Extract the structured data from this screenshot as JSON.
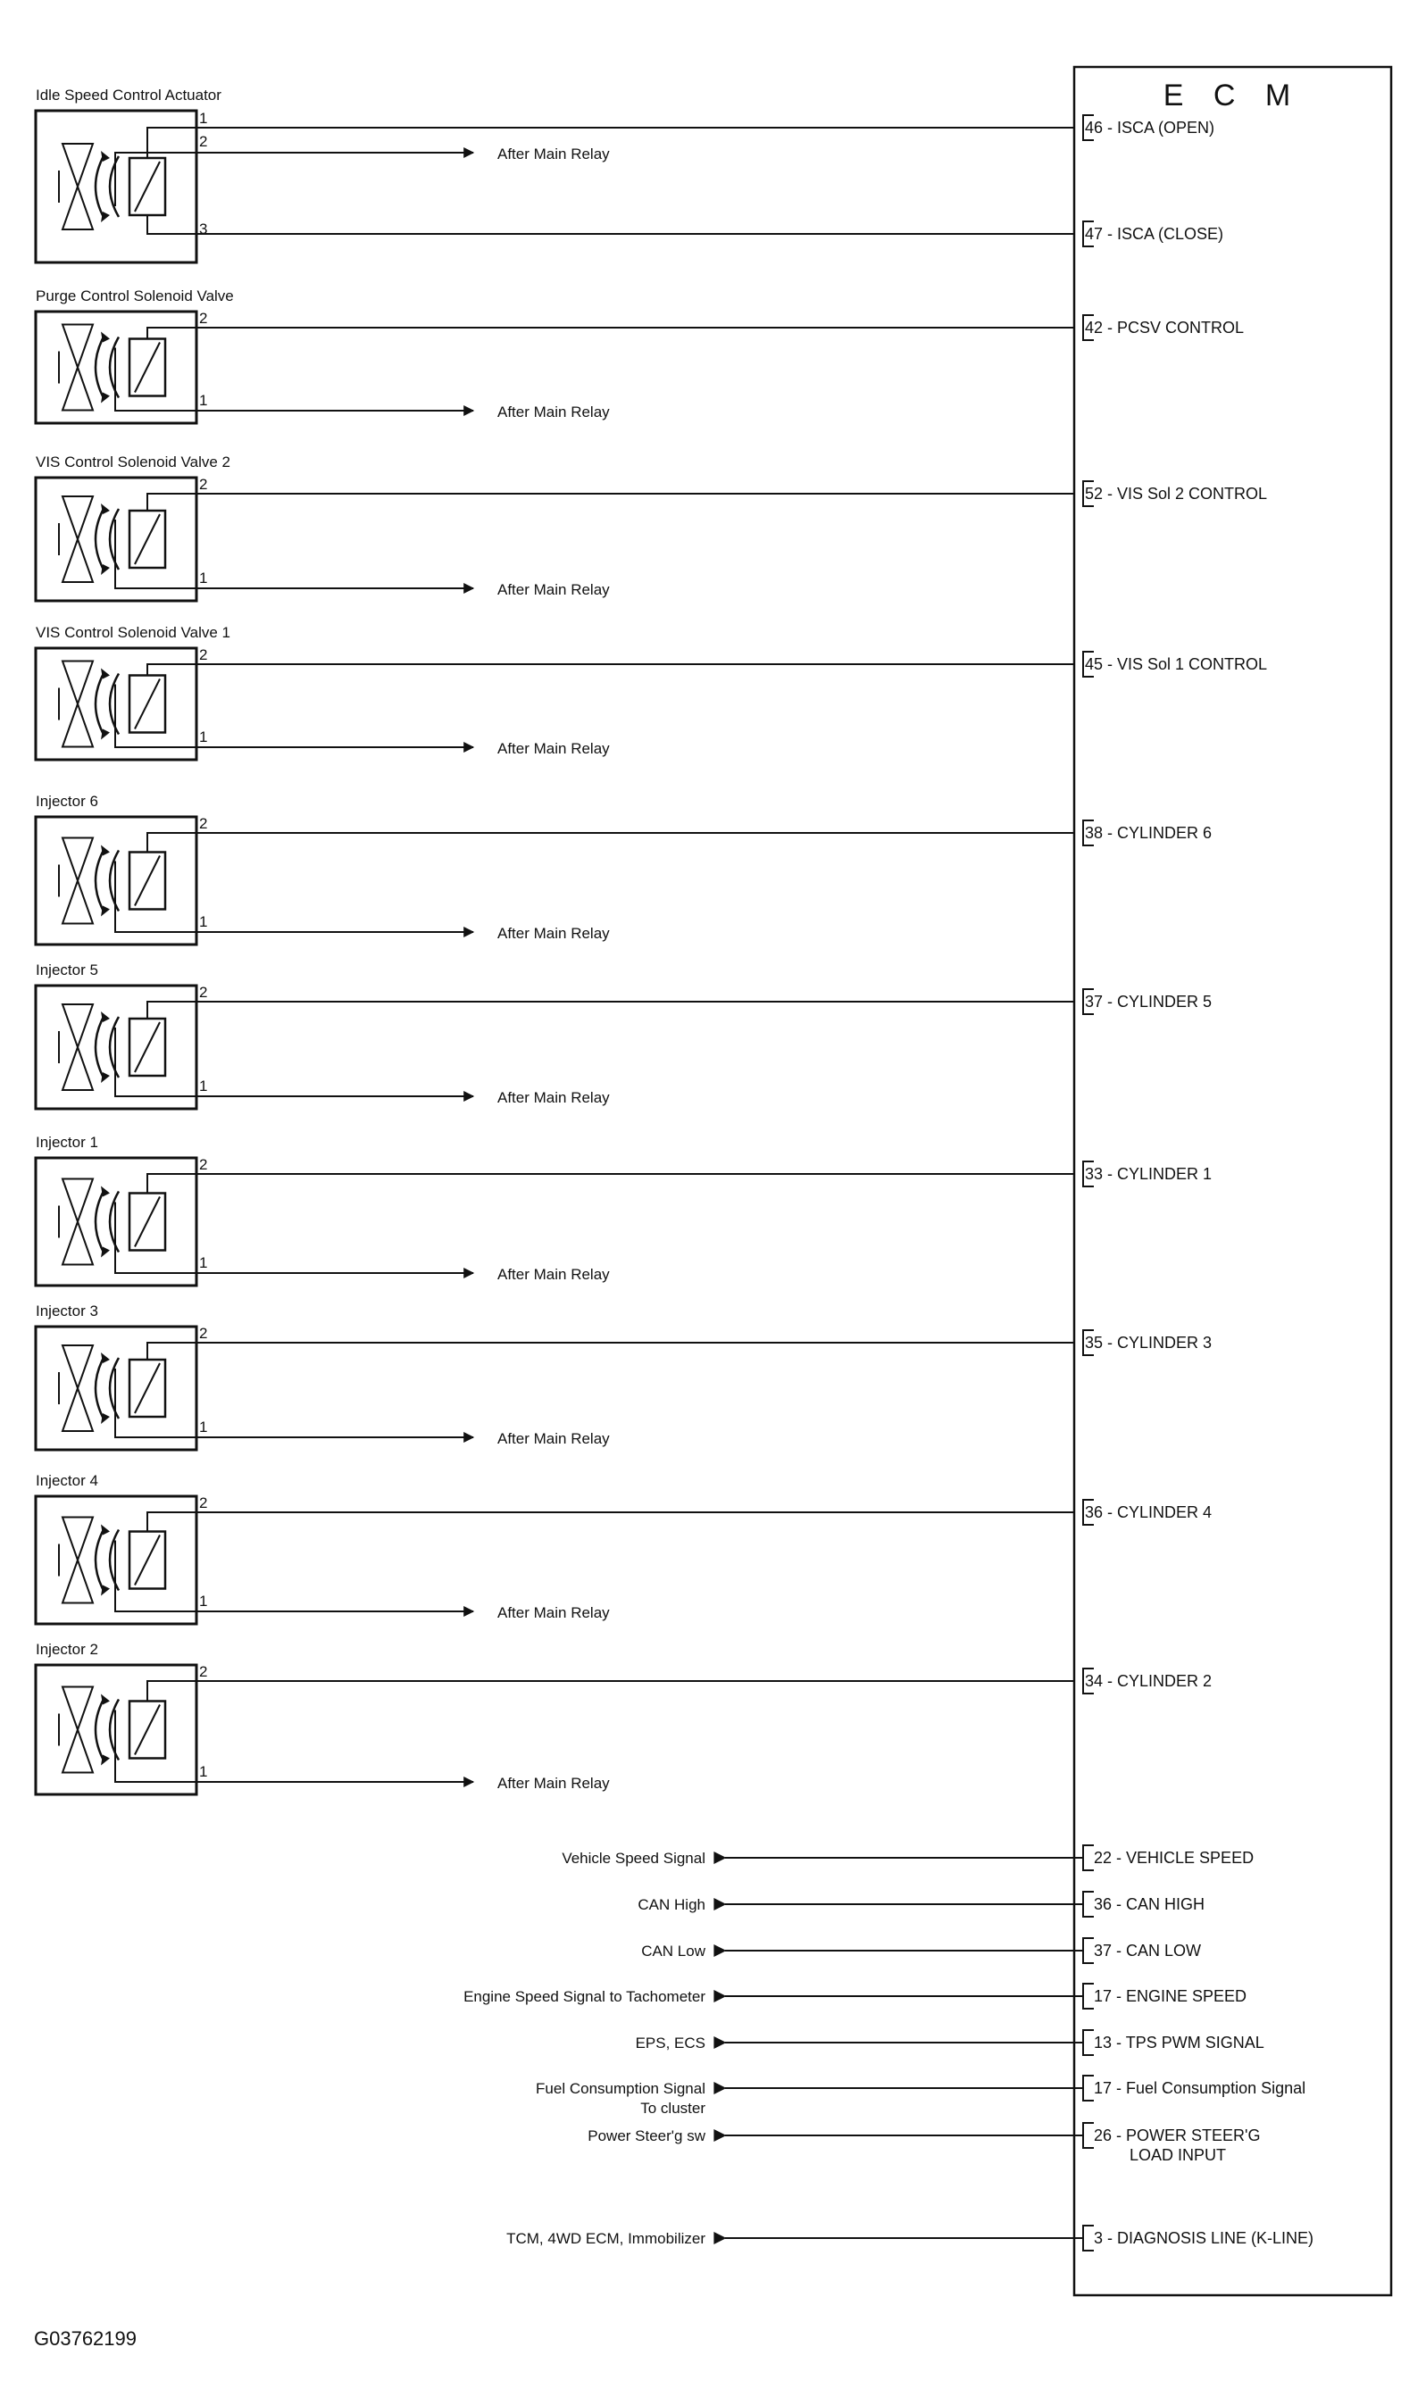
{
  "ecm": {
    "title": "E C M"
  },
  "components": [
    {
      "name": "Idle Speed Control Actuator",
      "type": "isca",
      "pins": [
        "1",
        "2",
        "3"
      ],
      "relay": "After Main Relay",
      "ecm_pins": [
        "46 - ISCA (OPEN)",
        "47 - ISCA (CLOSE)"
      ]
    },
    {
      "name": "Purge Control Solenoid Valve",
      "type": "valve",
      "pins": [
        "2",
        "1"
      ],
      "relay": "After Main Relay",
      "ecm_pin": "42 - PCSV CONTROL"
    },
    {
      "name": "VIS Control Solenoid Valve 2",
      "type": "valve",
      "pins": [
        "2",
        "1"
      ],
      "relay": "After Main Relay",
      "ecm_pin": "52 - VIS Sol  2 CONTROL"
    },
    {
      "name": "VIS Control Solenoid Valve 1",
      "type": "valve",
      "pins": [
        "2",
        "1"
      ],
      "relay": "After Main Relay",
      "ecm_pin": "45 - VIS Sol  1 CONTROL"
    },
    {
      "name": "Injector 6",
      "type": "valve",
      "pins": [
        "2",
        "1"
      ],
      "relay": "After Main Relay",
      "ecm_pin": "38 - CYLINDER 6"
    },
    {
      "name": "Injector 5",
      "type": "valve",
      "pins": [
        "2",
        "1"
      ],
      "relay": "After Main Relay",
      "ecm_pin": "37 - CYLINDER 5"
    },
    {
      "name": "Injector 1",
      "type": "valve",
      "pins": [
        "2",
        "1"
      ],
      "relay": "After Main Relay",
      "ecm_pin": "33 - CYLINDER 1"
    },
    {
      "name": "Injector 3",
      "type": "valve",
      "pins": [
        "2",
        "1"
      ],
      "relay": "After Main Relay",
      "ecm_pin": "35 - CYLINDER 3"
    },
    {
      "name": "Injector 4",
      "type": "valve",
      "pins": [
        "2",
        "1"
      ],
      "relay": "After Main Relay",
      "ecm_pin": "36 - CYLINDER 4"
    },
    {
      "name": "Injector 2",
      "type": "valve",
      "pins": [
        "2",
        "1"
      ],
      "relay": "After Main Relay",
      "ecm_pin": "34 - CYLINDER 2"
    }
  ],
  "outputs": [
    {
      "ecm_pin": [
        "22 - VEHICLE SPEED"
      ],
      "signal": [
        "Vehicle Speed Signal"
      ]
    },
    {
      "ecm_pin": [
        "36 - CAN HIGH"
      ],
      "signal": [
        "CAN  High"
      ]
    },
    {
      "ecm_pin": [
        "37 - CAN LOW"
      ],
      "signal": [
        "CAN  Low"
      ]
    },
    {
      "ecm_pin": [
        "17 - ENGINE SPEED"
      ],
      "signal": [
        "Engine Speed Signal to Tachometer"
      ]
    },
    {
      "ecm_pin": [
        "13 - TPS PWM SIGNAL"
      ],
      "signal": [
        "EPS, ECS"
      ]
    },
    {
      "ecm_pin": [
        "17 - Fuel Consumption Signal"
      ],
      "signal": [
        "Fuel Consumption Signal",
        "To cluster"
      ]
    },
    {
      "ecm_pin": [
        "26 - POWER STEER'G",
        "LOAD INPUT"
      ],
      "signal": [
        "Power Steer'g sw"
      ]
    },
    {
      "ecm_pin": [
        "3 - DIAGNOSIS LINE (K-LINE)"
      ],
      "signal": [
        "TCM, 4WD ECM, Immobilizer"
      ]
    }
  ],
  "figure_id": "G03762199"
}
